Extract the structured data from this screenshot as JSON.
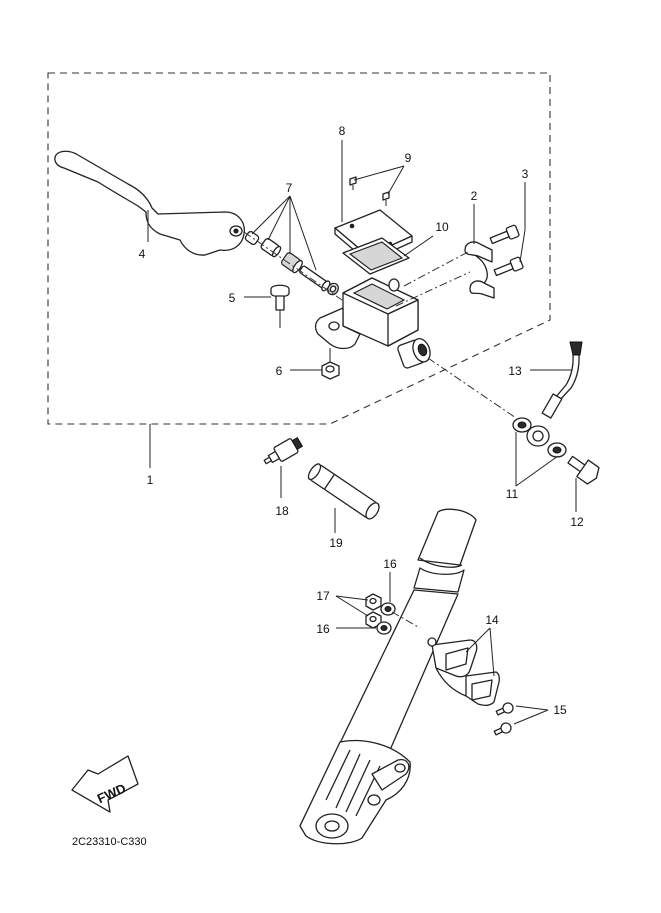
{
  "callouts": [
    "1",
    "2",
    "3",
    "4",
    "5",
    "6",
    "7",
    "8",
    "9",
    "10",
    "11",
    "12",
    "13",
    "14",
    "15",
    "16",
    "16",
    "17",
    "18",
    "19"
  ],
  "fwd_label": "FWD",
  "diagram_code": "2C23310-C330",
  "colors": {
    "ink": "#222222",
    "background": "#ffffff",
    "shade": "#d6d6d6"
  }
}
